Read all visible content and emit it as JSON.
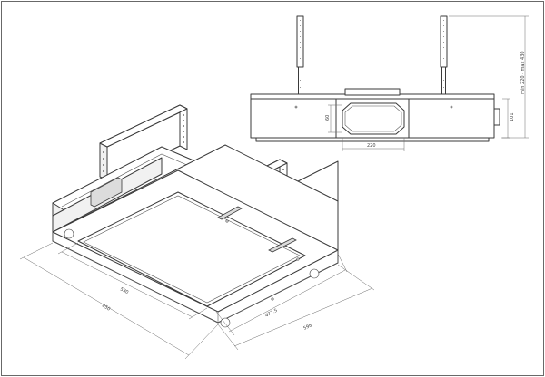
{
  "dimensions": {
    "side_height": "60",
    "duct_width": "220",
    "body_height": "101",
    "rod_range": "min 220 - max 430",
    "inner_depth": "530",
    "outer_depth": "850",
    "inner_width": "477.5",
    "outer_width": "598"
  }
}
